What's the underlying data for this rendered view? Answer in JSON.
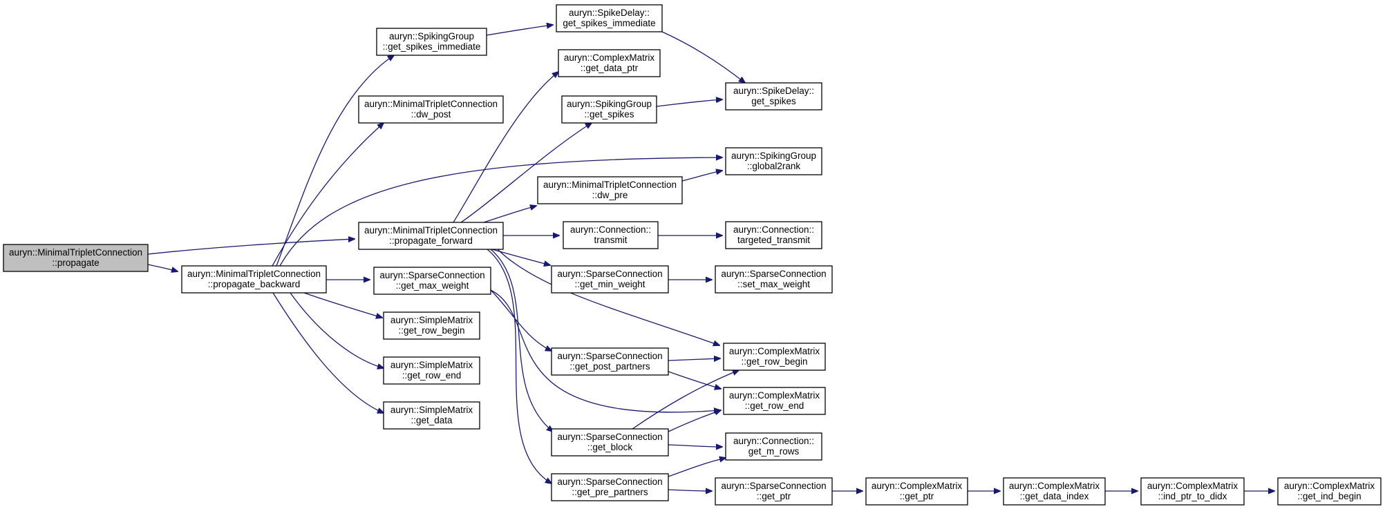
{
  "graph": {
    "nodes": [
      {
        "id": "root",
        "lines": [
          "auryn::MinimalTripletConnection",
          "::propagate"
        ],
        "root": true
      },
      {
        "id": "pb",
        "lines": [
          "auryn::MinimalTripletConnection",
          "::propagate_backward"
        ]
      },
      {
        "id": "pf",
        "lines": [
          "auryn::MinimalTripletConnection",
          "::propagate_forward"
        ]
      },
      {
        "id": "sg_gsi",
        "lines": [
          "auryn::SpikingGroup",
          "::get_spikes_immediate"
        ]
      },
      {
        "id": "mtc_dwpost",
        "lines": [
          "auryn::MinimalTripletConnection",
          "::dw_post"
        ]
      },
      {
        "id": "sc_gmaxw",
        "lines": [
          "auryn::SparseConnection",
          "::get_max_weight"
        ]
      },
      {
        "id": "sm_grb",
        "lines": [
          "auryn::SimpleMatrix",
          "::get_row_begin"
        ]
      },
      {
        "id": "sm_gre",
        "lines": [
          "auryn::SimpleMatrix",
          "::get_row_end"
        ]
      },
      {
        "id": "sm_gd",
        "lines": [
          "auryn::SimpleMatrix",
          "::get_data"
        ]
      },
      {
        "id": "sd_gsi",
        "lines": [
          "auryn::SpikeDelay::",
          "get_spikes_immediate"
        ]
      },
      {
        "id": "cm_gdp",
        "lines": [
          "auryn::ComplexMatrix",
          "::get_data_ptr"
        ]
      },
      {
        "id": "sg_gs",
        "lines": [
          "auryn::SpikingGroup",
          "::get_spikes"
        ]
      },
      {
        "id": "mtc_dwpre",
        "lines": [
          "auryn::MinimalTripletConnection",
          "::dw_pre"
        ]
      },
      {
        "id": "c_tr",
        "lines": [
          "auryn::Connection::",
          "transmit"
        ]
      },
      {
        "id": "sc_gminw",
        "lines": [
          "auryn::SparseConnection",
          "::get_min_weight"
        ]
      },
      {
        "id": "sc_gpostp",
        "lines": [
          "auryn::SparseConnection",
          "::get_post_partners"
        ]
      },
      {
        "id": "sc_gb",
        "lines": [
          "auryn::SparseConnection",
          "::get_block"
        ]
      },
      {
        "id": "sc_gprep",
        "lines": [
          "auryn::SparseConnection",
          "::get_pre_partners"
        ]
      },
      {
        "id": "sd_gs",
        "lines": [
          "auryn::SpikeDelay::",
          "get_spikes"
        ]
      },
      {
        "id": "sg_g2r",
        "lines": [
          "auryn::SpikingGroup",
          "::global2rank"
        ]
      },
      {
        "id": "c_ttr",
        "lines": [
          "auryn::Connection::",
          "targeted_transmit"
        ]
      },
      {
        "id": "sc_smaxw",
        "lines": [
          "auryn::SparseConnection",
          "::set_max_weight"
        ]
      },
      {
        "id": "cm_grb",
        "lines": [
          "auryn::ComplexMatrix",
          "::get_row_begin"
        ]
      },
      {
        "id": "cm_gre",
        "lines": [
          "auryn::ComplexMatrix",
          "::get_row_end"
        ]
      },
      {
        "id": "c_gmr",
        "lines": [
          "auryn::Connection::",
          "get_m_rows"
        ]
      },
      {
        "id": "sc_gptr",
        "lines": [
          "auryn::SparseConnection",
          "::get_ptr"
        ]
      },
      {
        "id": "cm_gptr",
        "lines": [
          "auryn::ComplexMatrix",
          "::get_ptr"
        ]
      },
      {
        "id": "cm_gdi",
        "lines": [
          "auryn::ComplexMatrix",
          "::get_data_index"
        ]
      },
      {
        "id": "cm_ip2d",
        "lines": [
          "auryn::ComplexMatrix",
          "::ind_ptr_to_didx"
        ]
      },
      {
        "id": "cm_gib",
        "lines": [
          "auryn::ComplexMatrix",
          "::get_ind_begin"
        ]
      }
    ],
    "edges": [
      {
        "from": "root",
        "to": "pf"
      },
      {
        "from": "root",
        "to": "pb"
      },
      {
        "from": "pb",
        "to": "sg_gsi"
      },
      {
        "from": "pb",
        "to": "mtc_dwpost"
      },
      {
        "from": "pb",
        "to": "sg_g2r"
      },
      {
        "from": "pb",
        "to": "sc_gmaxw"
      },
      {
        "from": "pb",
        "to": "sm_grb"
      },
      {
        "from": "pb",
        "to": "sm_gre"
      },
      {
        "from": "pb",
        "to": "sm_gd"
      },
      {
        "from": "sg_gsi",
        "to": "sd_gsi"
      },
      {
        "from": "sd_gsi",
        "to": "sd_gs"
      },
      {
        "from": "pf",
        "to": "cm_gdp"
      },
      {
        "from": "pf",
        "to": "sg_gs"
      },
      {
        "from": "pf",
        "to": "mtc_dwpre"
      },
      {
        "from": "pf",
        "to": "c_tr"
      },
      {
        "from": "pf",
        "to": "sc_gminw"
      },
      {
        "from": "pf",
        "to": "cm_grb"
      },
      {
        "from": "pf",
        "to": "sc_gb"
      },
      {
        "from": "pf",
        "to": "sc_gprep"
      },
      {
        "from": "sg_gs",
        "to": "sd_gs"
      },
      {
        "from": "mtc_dwpre",
        "to": "sg_g2r"
      },
      {
        "from": "c_tr",
        "to": "c_ttr"
      },
      {
        "from": "sc_gminw",
        "to": "sc_smaxw"
      },
      {
        "from": "sc_gmaxw",
        "to": "sc_gpostp"
      },
      {
        "from": "sc_gmaxw",
        "to": "cm_gre"
      },
      {
        "from": "sc_gpostp",
        "to": "cm_grb"
      },
      {
        "from": "sc_gpostp",
        "to": "cm_gre"
      },
      {
        "from": "sc_gb",
        "to": "cm_grb"
      },
      {
        "from": "sc_gb",
        "to": "cm_gre"
      },
      {
        "from": "sc_gb",
        "to": "c_gmr"
      },
      {
        "from": "sc_gprep",
        "to": "c_gmr"
      },
      {
        "from": "sc_gprep",
        "to": "sc_gptr"
      },
      {
        "from": "sc_gptr",
        "to": "cm_gptr"
      },
      {
        "from": "cm_gptr",
        "to": "cm_gdi"
      },
      {
        "from": "cm_gdi",
        "to": "cm_ip2d"
      },
      {
        "from": "cm_ip2d",
        "to": "cm_gib"
      }
    ],
    "colors": {
      "edge": "#191970",
      "root_fill": "#bfbfbf",
      "node_fill": "#ffffff",
      "node_stroke": "#000000"
    }
  }
}
